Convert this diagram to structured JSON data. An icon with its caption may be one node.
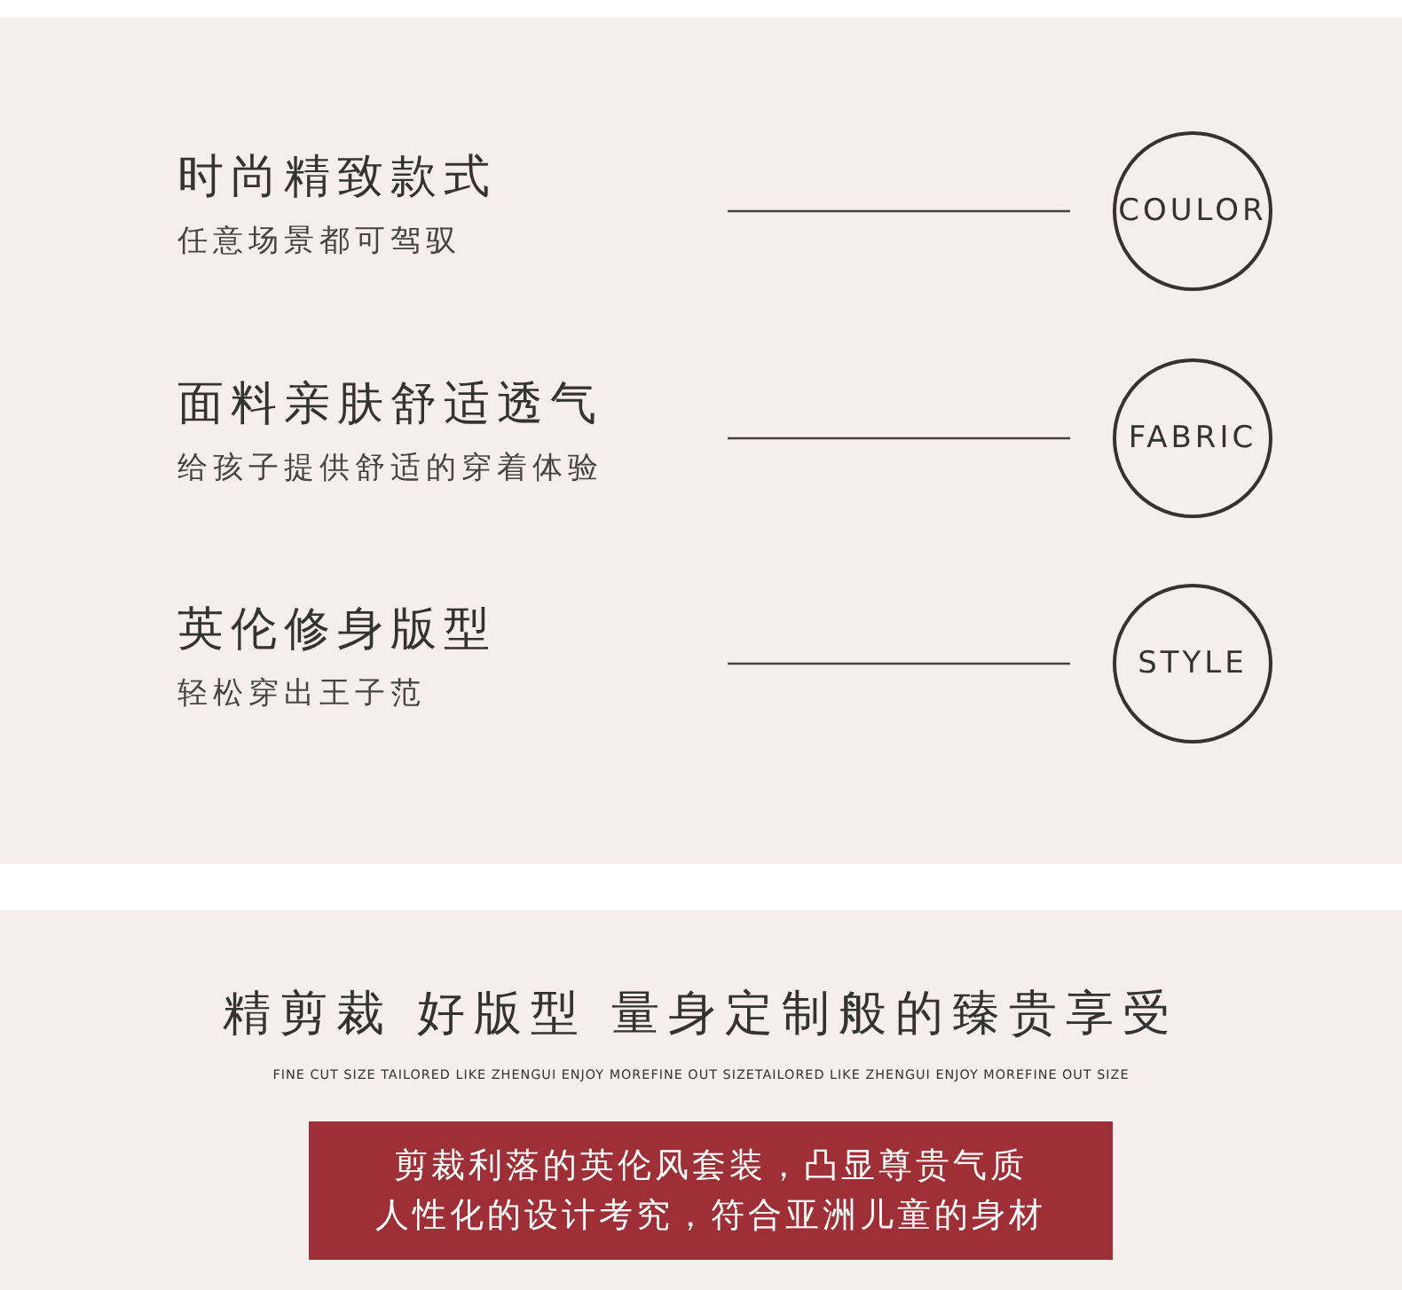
{
  "diagram": {
    "title": "精剪裁 好版型 量身定制般的臻贵享受",
    "nodes": [
      {
        "text": [
          "时尚精致款式",
          "任意场景都可驾驭"
        ]
      },
      {
        "text": [
          "COULOR"
        ]
      },
      {
        "text": [
          "面料亲肤舒适透气",
          "给孩子提供舒适的穿着体验"
        ]
      },
      {
        "text": [
          "FABRIC"
        ]
      },
      {
        "text": [
          "英伦修身版型",
          "轻松穿出王子范"
        ]
      },
      {
        "text": [
          "STYLE"
        ]
      },
      {
        "text": [
          "剪裁利落的英伦风套装，凸显尊贵气质",
          "人性化的设计考究，符合亚洲儿童的身材"
        ]
      }
    ],
    "labels": [
      "FINE CUT SIZE TAILORED LIKE ZHENGUI ENJOY MOREFINE OUT SIZETAILORED LIKE ZHENGUI ENJOY MOREFINE OUT SIZE"
    ]
  }
}
